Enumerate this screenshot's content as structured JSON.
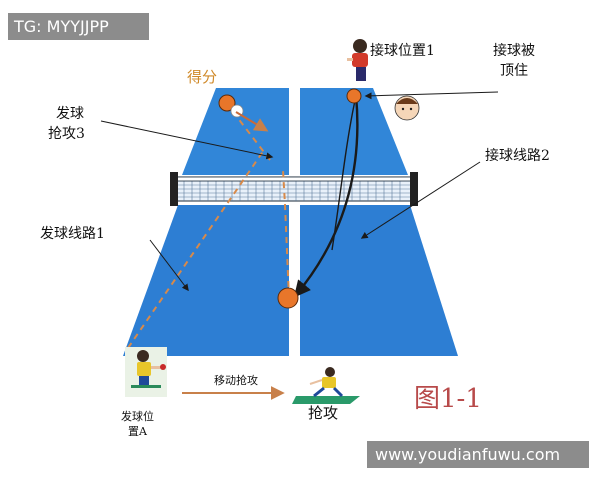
{
  "watermark_top": "TG: MYYJJPP",
  "watermark_bottom": "www.youdianfuwu.com",
  "labels": {
    "score": "得分",
    "receive_position_1": "接球位置1",
    "receive_blocked_line1": "接球被",
    "receive_blocked_line2": "顶住",
    "serve_attack_line1": "发球",
    "serve_attack_line2": "抢攻3",
    "receive_route_2": "接球线路2",
    "serve_route_1": "发球线路1",
    "serve_position_line1": "发球位",
    "serve_position_line2": "置A",
    "move_attack": "移动抢攻",
    "attack": "抢攻",
    "figure": "图1-1"
  },
  "colors": {
    "table_blue": "#2f7fd4",
    "table_dark": "#1f5fae",
    "line_white": "#ffffff",
    "ball_orange": "#e8762a",
    "path_dash": "#d88a4a",
    "arrow_dark": "#1a1a1a"
  }
}
